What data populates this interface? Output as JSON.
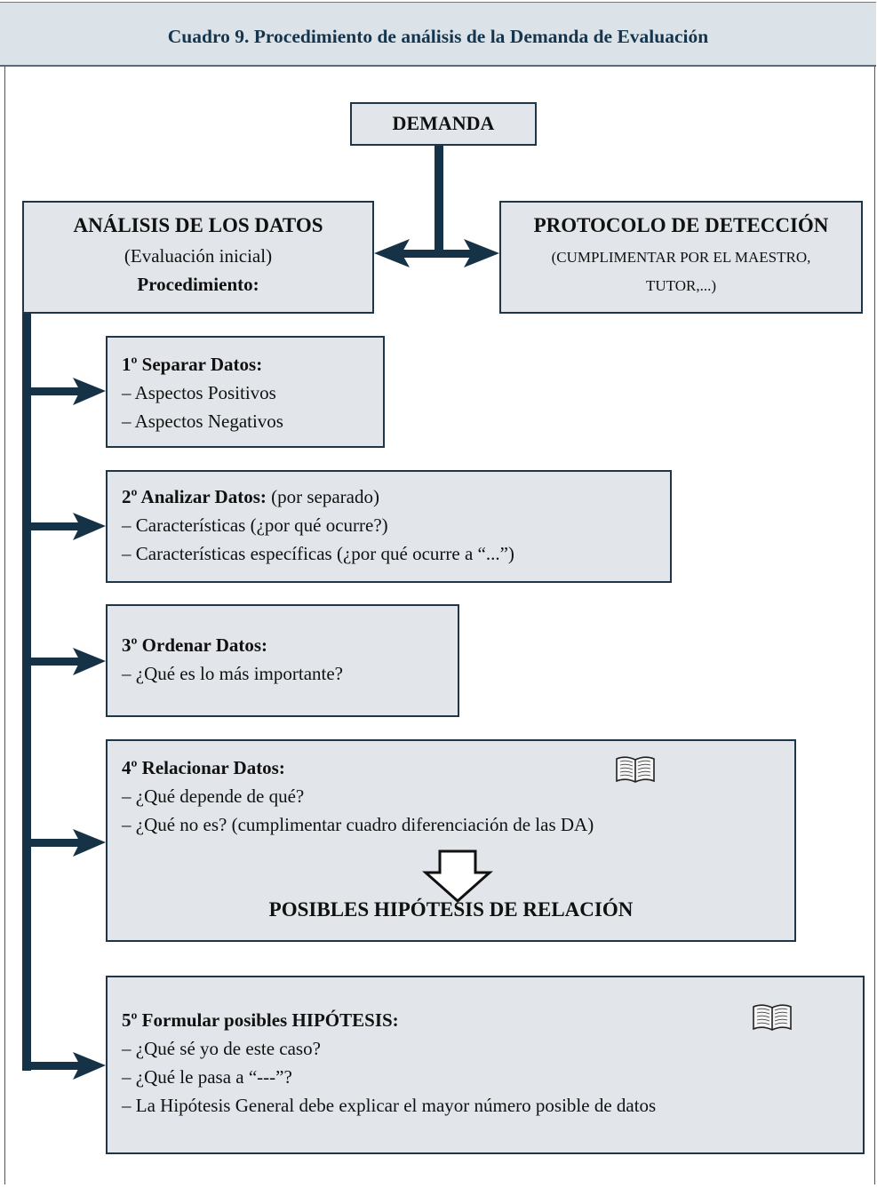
{
  "header": {
    "title": "Cuadro 9. Procedimiento de análisis de la Demanda de Evaluación"
  },
  "demanda": {
    "label": "DEMANDA"
  },
  "analisis": {
    "title": "ANÁLISIS DE LOS DATOS",
    "subtitle": "(Evaluación inicial)",
    "procedure": "Procedimiento:"
  },
  "protocolo": {
    "title": "PROTOCOLO DE DETECCIÓN",
    "line1": "(CUMPLIMENTAR POR EL MAESTRO,",
    "line2": "TUTOR,...)"
  },
  "steps": [
    {
      "title": "1º Separar Datos:",
      "title_suffix": "",
      "items": [
        "– Aspectos Positivos",
        "– Aspectos Negativos"
      ]
    },
    {
      "title": "2º Analizar Datos:",
      "title_suffix": " (por separado)",
      "items": [
        "– Características (¿por qué ocurre?)",
        "– Características específicas (¿por qué ocurre a “...”)"
      ]
    },
    {
      "title": "3º Ordenar Datos:",
      "title_suffix": "",
      "items": [
        "– ¿Qué es lo más importante?"
      ]
    },
    {
      "title": "4º Relacionar Datos:",
      "title_suffix": "",
      "items": [
        "– ¿Qué depende de qué?",
        "– ¿Qué no es? (cumplimentar cuadro diferenciación de las DA)"
      ],
      "result": "POSIBLES HIPÓTESIS DE RELACIÓN"
    },
    {
      "title": "5º Formular posibles HIPÓTESIS:",
      "title_suffix": "",
      "items": [
        "– ¿Qué sé yo de este caso?",
        "– ¿Qué le pasa a “---”?",
        "– La Hipótesis General debe explicar el mayor número posible de datos"
      ]
    }
  ],
  "icons": {
    "book": "book-icon",
    "down_arrow": "down-arrow-icon"
  },
  "colors": {
    "header_bg": "#dce3e8",
    "header_text": "#14354d",
    "box_bg": "#e2e6ea",
    "connector": "#163247"
  }
}
